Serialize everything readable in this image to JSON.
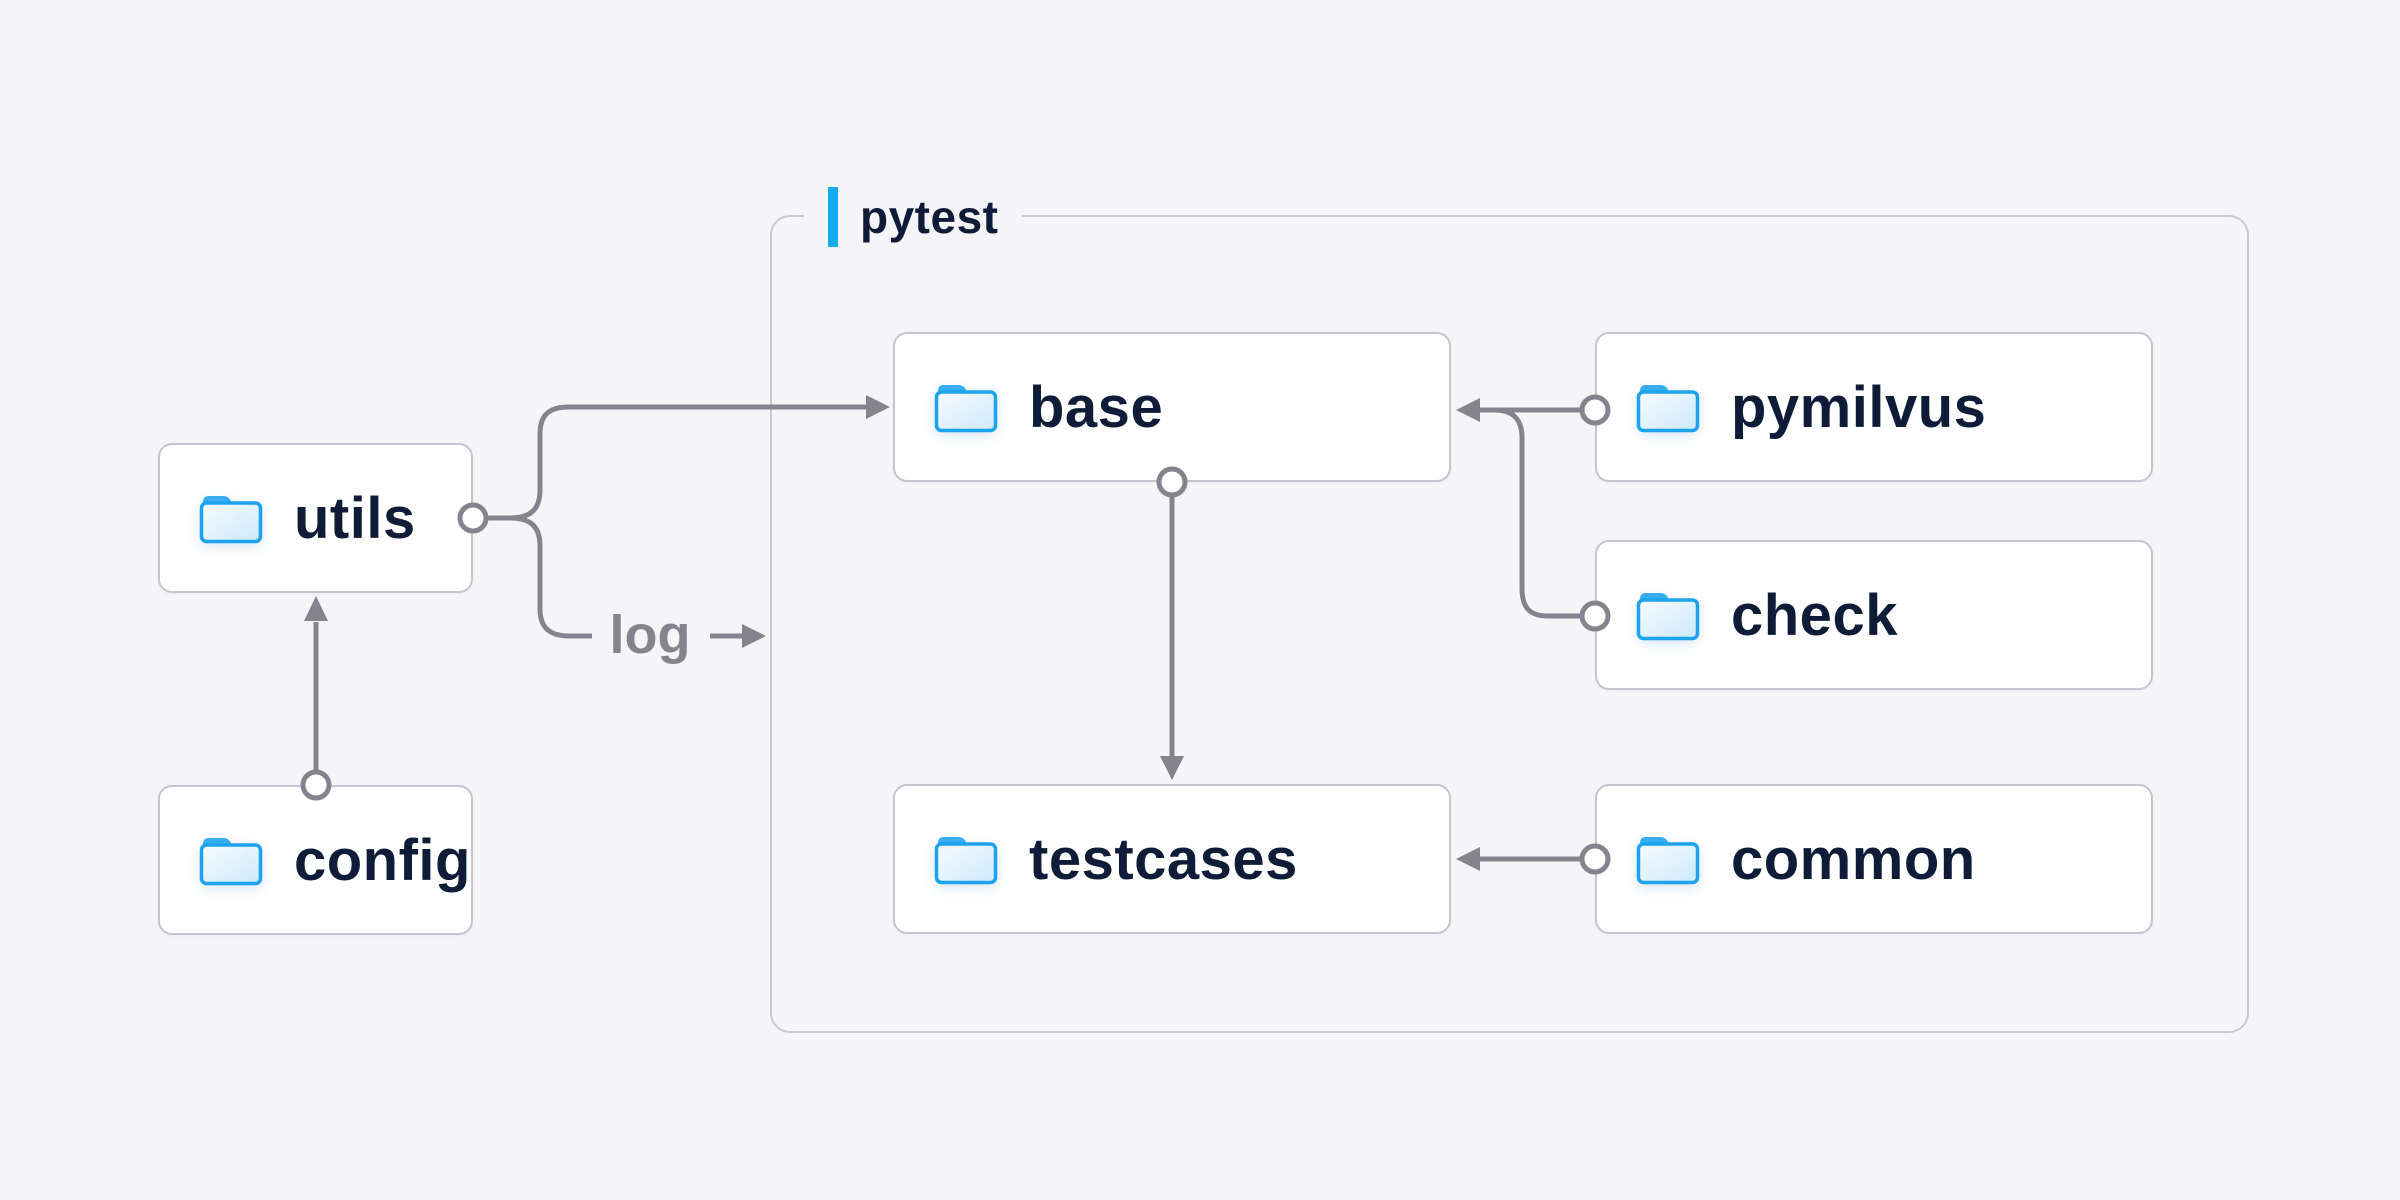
{
  "page": {
    "background": "#f5f5f7"
  },
  "palette": {
    "node_border": "#c5c5d0",
    "container_border": "#c9c9d3",
    "connector_gray": "#84848e",
    "text_navy": "#0e1c38",
    "accent_blue": "#14aaf1",
    "folder_outline": "#1da3ee",
    "folder_tab": "#38acf1",
    "folder_fill_light": "#f3fafe",
    "folder_fill_dark": "#cde9fb"
  },
  "container": {
    "label": "pytest"
  },
  "nodes": [
    {
      "id": "utils",
      "label": "utils"
    },
    {
      "id": "config",
      "label": "config"
    },
    {
      "id": "base",
      "label": "base"
    },
    {
      "id": "pymilvus",
      "label": "pymilvus"
    },
    {
      "id": "check",
      "label": "check"
    },
    {
      "id": "testcases",
      "label": "testcases"
    },
    {
      "id": "common",
      "label": "common"
    }
  ],
  "edges": [
    {
      "from": "config",
      "to": "utils",
      "label": ""
    },
    {
      "from": "utils",
      "to": "base",
      "label": ""
    },
    {
      "from": "utils",
      "to": "pytest",
      "label": "log"
    },
    {
      "from": "base",
      "to": "testcases",
      "label": ""
    },
    {
      "from": "pymilvus",
      "to": "base",
      "label": ""
    },
    {
      "from": "check",
      "to": "base",
      "label": ""
    },
    {
      "from": "common",
      "to": "testcases",
      "label": ""
    }
  ],
  "log_label": "log"
}
